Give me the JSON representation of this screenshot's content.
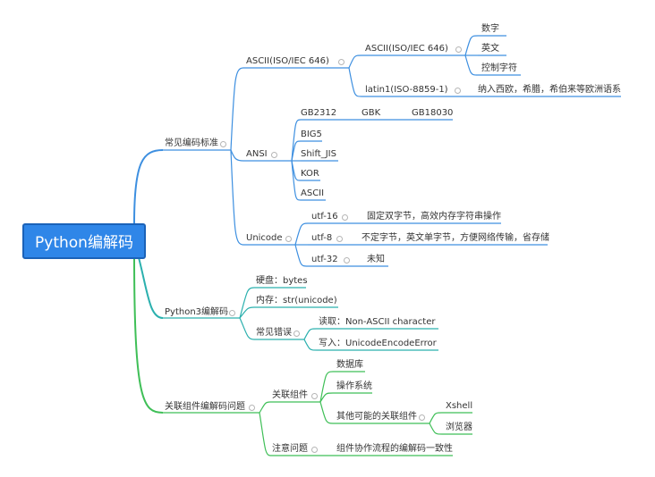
{
  "root": "Python编解码",
  "standards": {
    "label": "常见编码标准",
    "ascii": {
      "label": "ASCII(ISO/IEC 646)",
      "child": {
        "label": "ASCII(ISO/IEC 646)",
        "items": [
          "数字",
          "英文",
          "控制字符"
        ]
      },
      "latin": {
        "label": "latin1(ISO-8859-1)",
        "note": "纳入西欧，希腊，希伯来等欧洲语系"
      }
    },
    "ansi": {
      "label": "ANSI",
      "gb": [
        "GB2312",
        "GBK",
        "GB18030"
      ],
      "others": [
        "BIG5",
        "Shift_JIS",
        "KOR",
        "ASCII"
      ]
    },
    "unicode": {
      "label": "Unicode",
      "items": [
        {
          "name": "utf-16",
          "note": "固定双字节，高效内存字符串操作"
        },
        {
          "name": "utf-8",
          "note": "不定字节，英文单字节，方便网络传输，省存储"
        },
        {
          "name": "utf-32",
          "note": "未知"
        }
      ]
    }
  },
  "py3": {
    "label": "Python3编解码",
    "disk": "硬盘：bytes",
    "memory": "内存：str(unicode)",
    "errors": {
      "label": "常见错误",
      "read": "读取：Non-ASCII character",
      "write": "写入：UnicodeEncodeError"
    }
  },
  "related": {
    "label": "关联组件编解码问题",
    "components": {
      "label": "关联组件",
      "db": "数据库",
      "os": "操作系统",
      "other": {
        "label": "其他可能的关联组件",
        "items": [
          "Xshell",
          "浏览器"
        ]
      }
    },
    "notice": {
      "label": "注意问题",
      "text": "组件协作流程的编解码一致性"
    }
  }
}
